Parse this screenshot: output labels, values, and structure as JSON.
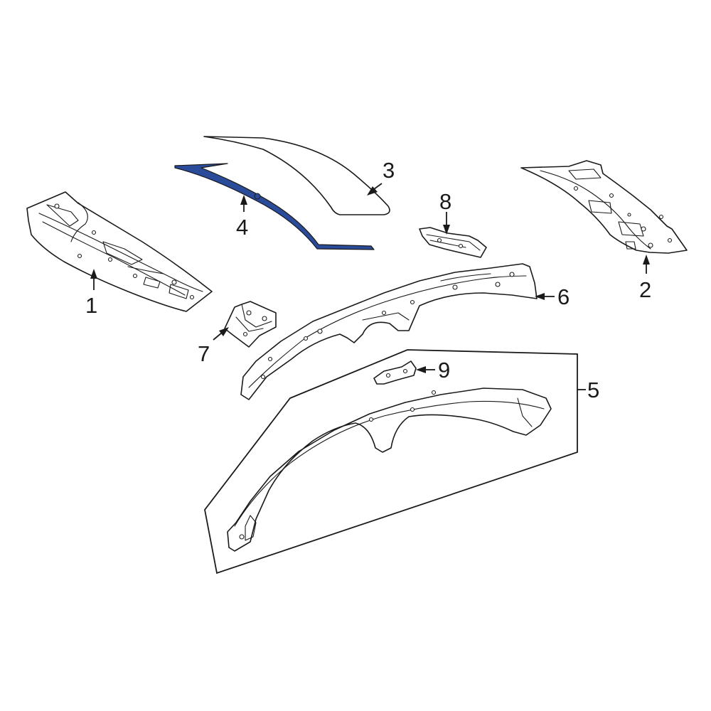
{
  "diagram": {
    "highlight_color": "#2a4a9a",
    "line_color": "#1a1a1a",
    "background": "#ffffff",
    "highlighted_part": "4",
    "callouts": [
      {
        "id": "c1",
        "label": "1"
      },
      {
        "id": "c2",
        "label": "2"
      },
      {
        "id": "c3",
        "label": "3"
      },
      {
        "id": "c4",
        "label": "4"
      },
      {
        "id": "c5",
        "label": "5"
      },
      {
        "id": "c6",
        "label": "6"
      },
      {
        "id": "c7",
        "label": "7"
      },
      {
        "id": "c8",
        "label": "8"
      },
      {
        "id": "c9",
        "label": "9"
      }
    ]
  }
}
